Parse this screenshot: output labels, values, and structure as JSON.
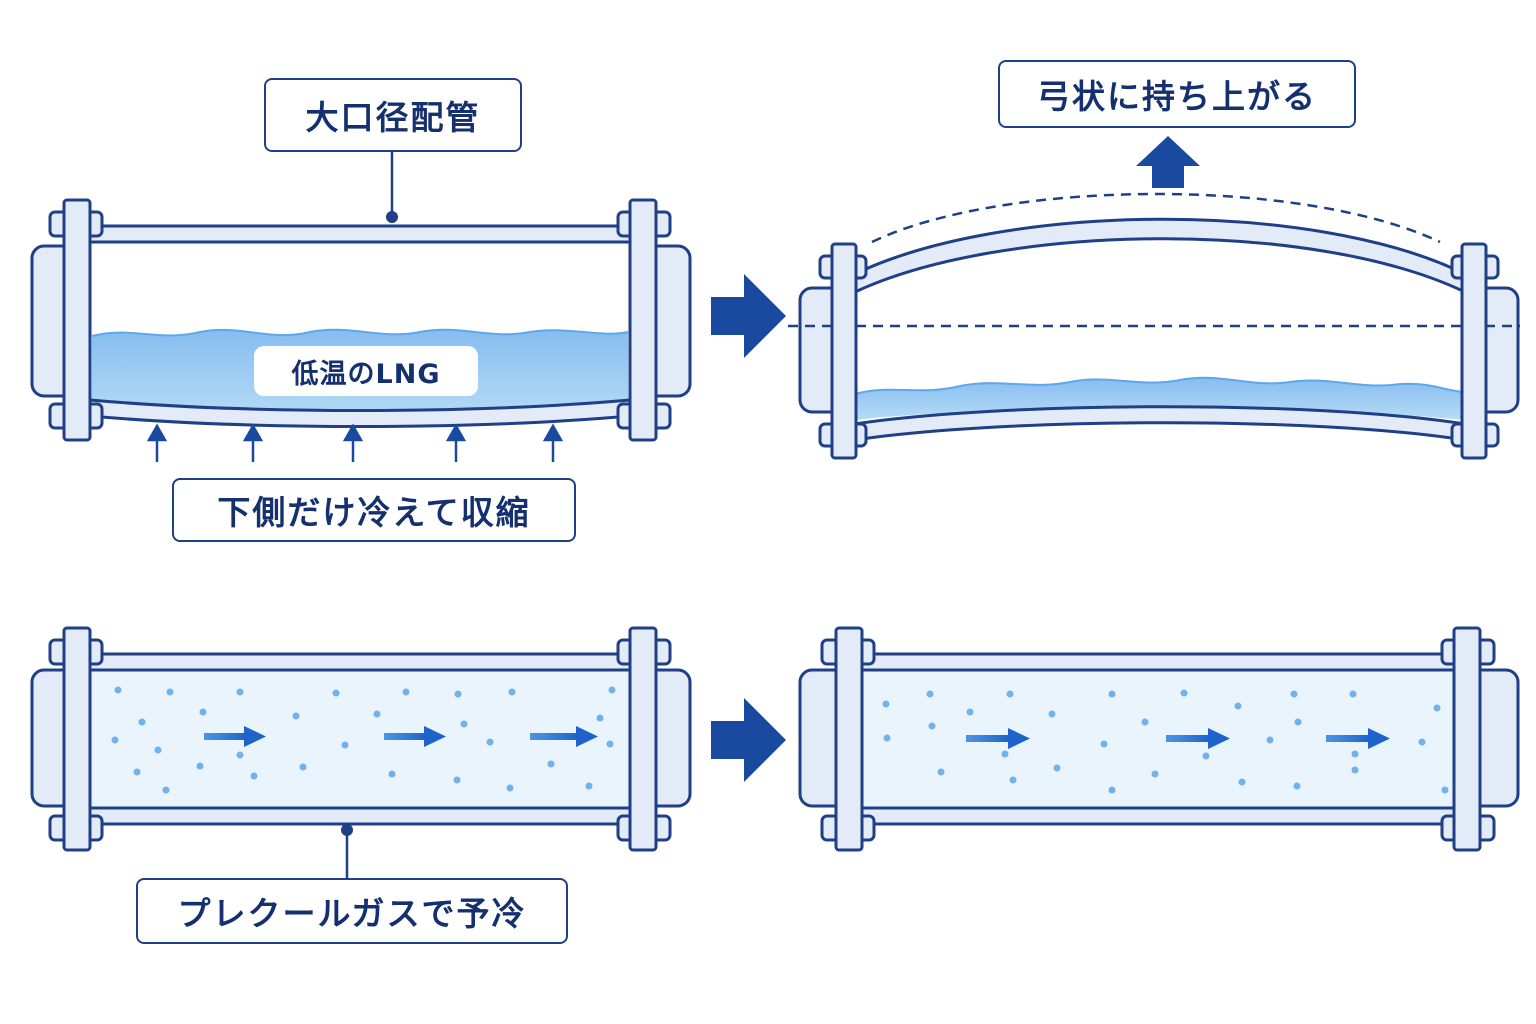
{
  "labels": {
    "large_pipe": "大口径配管",
    "lng": "低温のLNG",
    "bottom_shrink": "下側だけ冷えて収縮",
    "bow_up": "弓状に持ち上がる",
    "precool": "プレクールガスで予冷"
  },
  "colors": {
    "outline": "#1f3f86",
    "pipe_fill": "#e3ebf8",
    "liquid": "#9ccbf0",
    "gas_fill": "#e9f4fd",
    "arrow": "#1a4aa0"
  }
}
